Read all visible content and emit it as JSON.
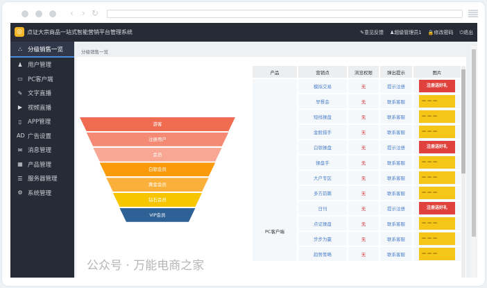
{
  "browser": {
    "back": "‹",
    "forward": "›",
    "reload": "↻"
  },
  "header": {
    "logo": "◎",
    "title": "点证大宗商品一站式智能营销平台管理系统",
    "links": [
      {
        "icon": "pencil-icon",
        "g": "✎",
        "label": "意见反馈"
      },
      {
        "icon": "user-icon",
        "g": "♟",
        "label": "超级管理员1"
      },
      {
        "icon": "lock-icon",
        "g": "🔒",
        "label": "修改密码"
      },
      {
        "icon": "logout-icon",
        "g": "⏻",
        "label": "退出"
      }
    ]
  },
  "sidebar": {
    "items": [
      {
        "g": "⛬",
        "label": "分级销售一览",
        "active": true
      },
      {
        "g": "♟",
        "label": "用户管理"
      },
      {
        "g": "▭",
        "label": "PC客户端"
      },
      {
        "g": "✎",
        "label": "文字直播"
      },
      {
        "g": "▶",
        "label": "视频直播"
      },
      {
        "g": "▯",
        "label": "APP管理"
      },
      {
        "g": "AD",
        "label": "广告设置"
      },
      {
        "g": "✉",
        "label": "消息管理"
      },
      {
        "g": "▦",
        "label": "产品管理"
      },
      {
        "g": "☰",
        "label": "服务器管理"
      },
      {
        "g": "⚙",
        "label": "系统管理"
      }
    ]
  },
  "breadcrumb": "分级销售一览",
  "funnel": {
    "levels": [
      {
        "label": "游客",
        "color": "#ef6c50"
      },
      {
        "label": "注册用户",
        "color": "#f58a74"
      },
      {
        "label": "会员",
        "color": "#f8a794"
      },
      {
        "label": "白银会员",
        "color": "#fb9a0a"
      },
      {
        "label": "黄金会员",
        "color": "#fbb03b"
      },
      {
        "label": "钻石会员",
        "color": "#f8c600"
      },
      {
        "label": "VIP会员",
        "color": "#2e6196"
      }
    ]
  },
  "table": {
    "headers": [
      "产品",
      "营销点",
      "浏览权限",
      "弹出提示",
      "图片"
    ],
    "product": "PC客户端",
    "rows": [
      {
        "point": "模拟交易",
        "perm": "无",
        "tip": "提示注册",
        "img": "red"
      },
      {
        "point": "早餐会",
        "perm": "无",
        "tip": "联系客服",
        "img": "yellow"
      },
      {
        "point": "短线操盘",
        "perm": "无",
        "tip": "联系客服",
        "img": "yellow"
      },
      {
        "point": "金股猎手",
        "perm": "无",
        "tip": "联系客服",
        "img": "yellow"
      },
      {
        "point": "白银操盘",
        "perm": "无",
        "tip": "提示注册",
        "img": "red"
      },
      {
        "point": "操盘手",
        "perm": "无",
        "tip": "联系客服",
        "img": "yellow"
      },
      {
        "point": "大户专区",
        "perm": "无",
        "tip": "联系客服",
        "img": "yellow"
      },
      {
        "point": "多方前瞻",
        "perm": "无",
        "tip": "联系客服",
        "img": "yellow"
      },
      {
        "point": "日刊",
        "perm": "无",
        "tip": "提示注册",
        "img": "red"
      },
      {
        "point": "点证操盘",
        "perm": "无",
        "tip": "联系客服",
        "img": "yellow"
      },
      {
        "point": "步步为赢",
        "perm": "无",
        "tip": "联系客服",
        "img": "yellow"
      },
      {
        "point": "趋势策略",
        "perm": "无",
        "tip": "联系客服",
        "img": "yellow"
      }
    ],
    "banner_red": "注册送好礼",
    "banner_yellow": "— — —"
  },
  "watermark": "公众号 · 万能电商之家"
}
